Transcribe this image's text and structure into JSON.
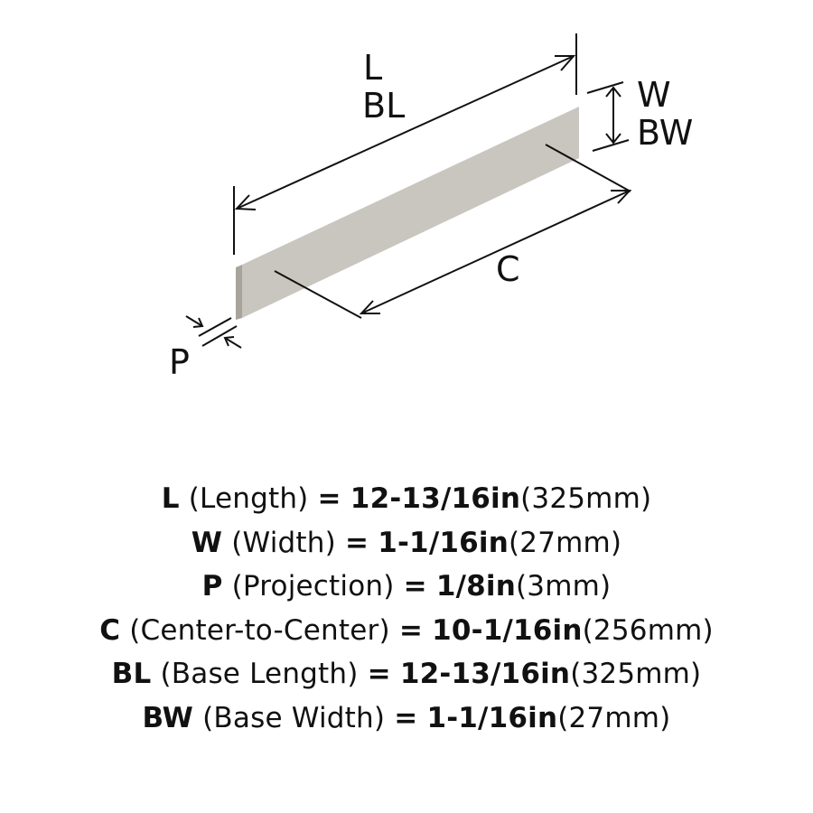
{
  "diagram": {
    "labels": {
      "L": "L",
      "BL": "BL",
      "W": "W",
      "BW": "BW",
      "C": "C",
      "P": "P"
    }
  },
  "specs": [
    {
      "code": "L",
      "name": "(Length)",
      "eq": "=",
      "imperial": "12-13/16in",
      "metric": "(325mm)"
    },
    {
      "code": "W",
      "name": "(Width)",
      "eq": "=",
      "imperial": "1-1/16in",
      "metric": "(27mm)"
    },
    {
      "code": "P",
      "name": "(Projection)",
      "eq": "=",
      "imperial": "1/8in",
      "metric": "(3mm)"
    },
    {
      "code": "C",
      "name": "(Center-to-Center)",
      "eq": "=",
      "imperial": "10-1/16in",
      "metric": "(256mm)"
    },
    {
      "code": "BL",
      "name": "(Base Length)",
      "eq": "=",
      "imperial": "12-13/16in",
      "metric": "(325mm)"
    },
    {
      "code": "BW",
      "name": "(Base Width)",
      "eq": "=",
      "imperial": "1-1/16in",
      "metric": "(27mm)"
    }
  ],
  "colors": {
    "handle_face": "#c9c6bf",
    "handle_edge": "#a8a49c",
    "line": "#111111"
  }
}
